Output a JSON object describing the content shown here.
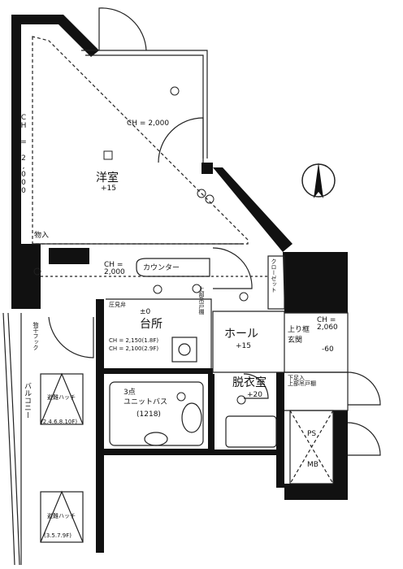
{
  "rooms": {
    "western_room": {
      "name": "洋室",
      "level": "+15",
      "ceiling": "CH = 2,000",
      "ceiling_left": "CH = 2,000"
    },
    "kitchen": {
      "name": "台所",
      "level": "±0",
      "ceiling_1": "CH = 2,150(1.8F)",
      "ceiling_2": "CH = 2,100(2.9F)"
    },
    "hall": {
      "name": "ホール",
      "level": "+15"
    },
    "entrance": {
      "name": "上り框\n玄関",
      "ceiling": "CH =\n2,060",
      "level": "-60"
    },
    "dressing": {
      "name": "脱衣室",
      "level": "+20"
    },
    "bath": {
      "name": "3点\nユニットバス",
      "size": "(1218)"
    },
    "balcony": {
      "name": "バルコニー"
    }
  },
  "labels": {
    "storage": "物入",
    "counter": "カウンター",
    "counter_ch": "CH =\n2,000",
    "closet": "クローゼット",
    "laundry_hook": "物干フック",
    "shoe_box": "下足入\n上部吊戸棚",
    "upper_cabinet": "上部吊戸棚",
    "pressure_valve": "圧見弁",
    "ps": "PS",
    "mb": "MB",
    "hatch_1": "避難ハッチ",
    "hatch_1_floors": "(2.4.6.8.10F)",
    "hatch_2": "避難ハッチ",
    "hatch_2_floors": "(3.5.7.9F)"
  },
  "colors": {
    "wall": "#111111",
    "line": "#222222",
    "paper": "#ffffff"
  },
  "icons": [
    "compass-icon",
    "light-fixture-icon",
    "outlet-icon"
  ]
}
